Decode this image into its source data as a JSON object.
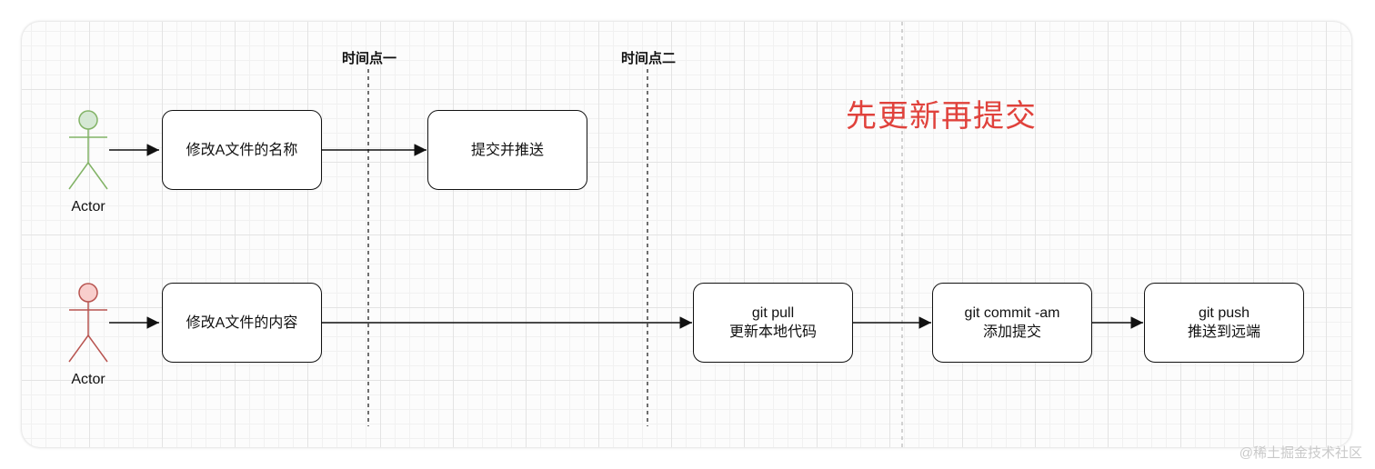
{
  "heading": "先更新再提交",
  "timepoints": [
    {
      "label": "时间点一"
    },
    {
      "label": "时间点二"
    }
  ],
  "actors": [
    {
      "label": "Actor",
      "fill": "#d5e8d4",
      "stroke": "#82b366"
    },
    {
      "label": "Actor",
      "fill": "#f8cecc",
      "stroke": "#b85450"
    }
  ],
  "nodes": {
    "rename": {
      "lines": [
        "修改A文件的名称"
      ]
    },
    "commit_push": {
      "lines": [
        "提交并推送"
      ]
    },
    "edit_content": {
      "lines": [
        "修改A文件的内容"
      ]
    },
    "git_pull": {
      "lines": [
        "git pull",
        "更新本地代码"
      ]
    },
    "git_commit": {
      "lines": [
        "git commit -am",
        "添加提交"
      ]
    },
    "git_push": {
      "lines": [
        "git push",
        "推送到远端"
      ]
    }
  },
  "watermark": "@稀土掘金技术社区"
}
